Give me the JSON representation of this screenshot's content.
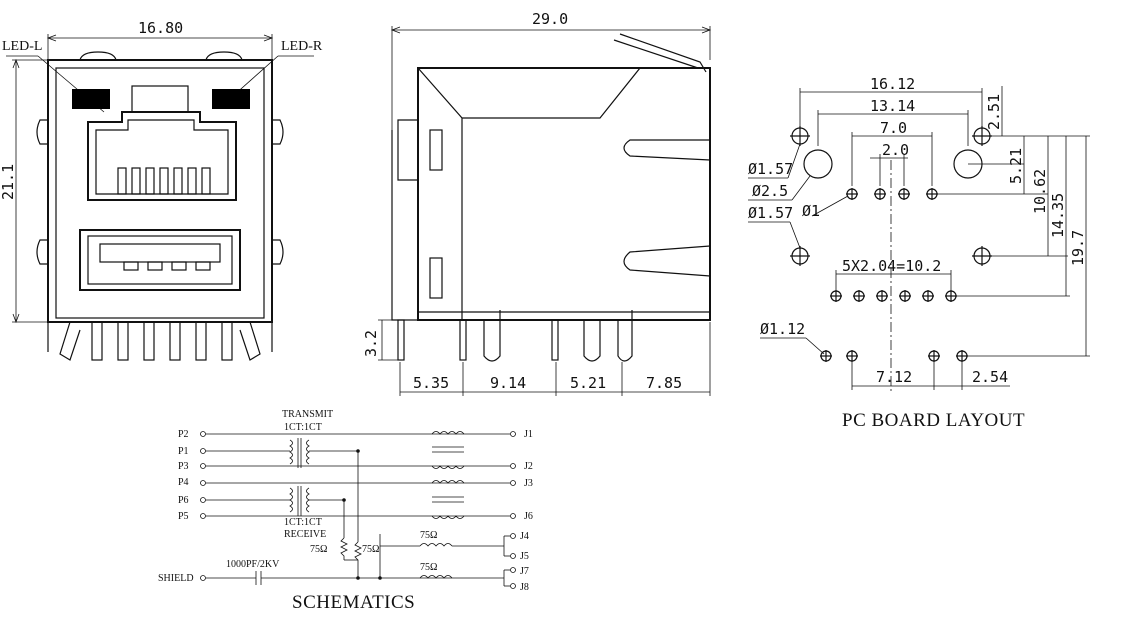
{
  "front_view": {
    "width_dim": "16.80",
    "height_dim": "21.1",
    "led_left": "LED-L",
    "led_right": "LED-R"
  },
  "side_view": {
    "length_dim": "29.0",
    "pin_height_dim": "3.2",
    "spacing_dims": [
      "5.35",
      "9.14",
      "5.21",
      "7.85"
    ]
  },
  "pcb_layout": {
    "title": "PC BOARD LAYOUT",
    "dims": {
      "d_16_12": "16.12",
      "d_13_14": "13.14",
      "d_7_0": "7.0",
      "d_2_0": "2.0",
      "d_2_51": "2.51",
      "d_5_21": "5.21",
      "d_10_62": "10.62",
      "d_14_35": "14.35",
      "d_19_7": "19.7",
      "d_5x": "5X2.04=10.2",
      "d_7_12": "7.12",
      "d_2_54": "2.54"
    },
    "holes": {
      "h1": "Ø1.57",
      "h2": "Ø2.5",
      "h3": "Ø1",
      "h4": "Ø1.57",
      "h5": "Ø1.12"
    }
  },
  "schematic": {
    "title": "SCHEMATICS",
    "transmit_label": "TRANSMIT",
    "ratio_top": "1CT:1CT",
    "ratio_bottom": "1CT:1CT",
    "receive_label": "RECEIVE",
    "pins_left": [
      "P2",
      "P1",
      "P3",
      "P4",
      "P6",
      "P5"
    ],
    "pins_right": [
      "J1",
      "J2",
      "J3",
      "J6",
      "J4",
      "J5",
      "J7",
      "J8"
    ],
    "shield": "SHIELD",
    "cap": "1000PF/2KV",
    "res_a": "75Ω",
    "res_b": "75Ω",
    "res_c": "75Ω",
    "res_d": "75Ω"
  }
}
